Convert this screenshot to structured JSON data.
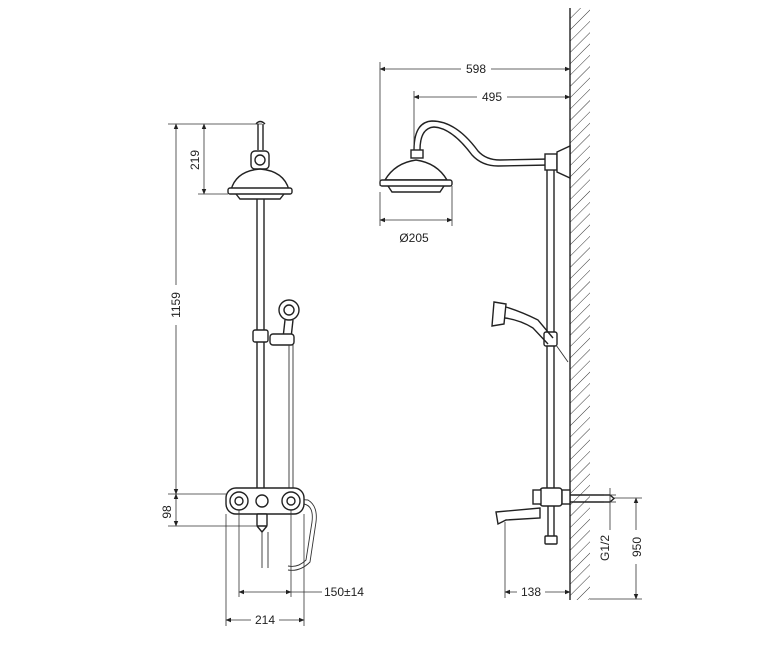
{
  "front_view": {
    "dim_head_height": "219",
    "dim_total_height": "1159",
    "dim_mixer_height": "98",
    "dim_center_distance": "150±14",
    "dim_mixer_width": "214"
  },
  "side_view": {
    "dim_total_depth": "598",
    "dim_arm_reach": "495",
    "dim_head_diameter": "Ø205",
    "dim_thread": "G1/2",
    "dim_inlet_height": "950",
    "dim_spout_reach": "138"
  }
}
